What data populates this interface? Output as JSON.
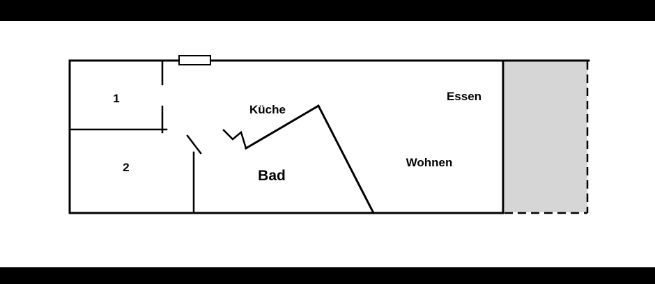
{
  "colors": {
    "bars": "#000000",
    "walls": "#000000",
    "balcony_fill": "#d6d6d6",
    "window_fill": "#ffffff",
    "background": "#ffffff"
  },
  "floorplan": {
    "rooms": [
      {
        "label": "1"
      },
      {
        "label": "2"
      },
      {
        "label": "Küche"
      },
      {
        "label": "Bad"
      },
      {
        "label": "Essen"
      },
      {
        "label": "Wohnen"
      }
    ]
  }
}
